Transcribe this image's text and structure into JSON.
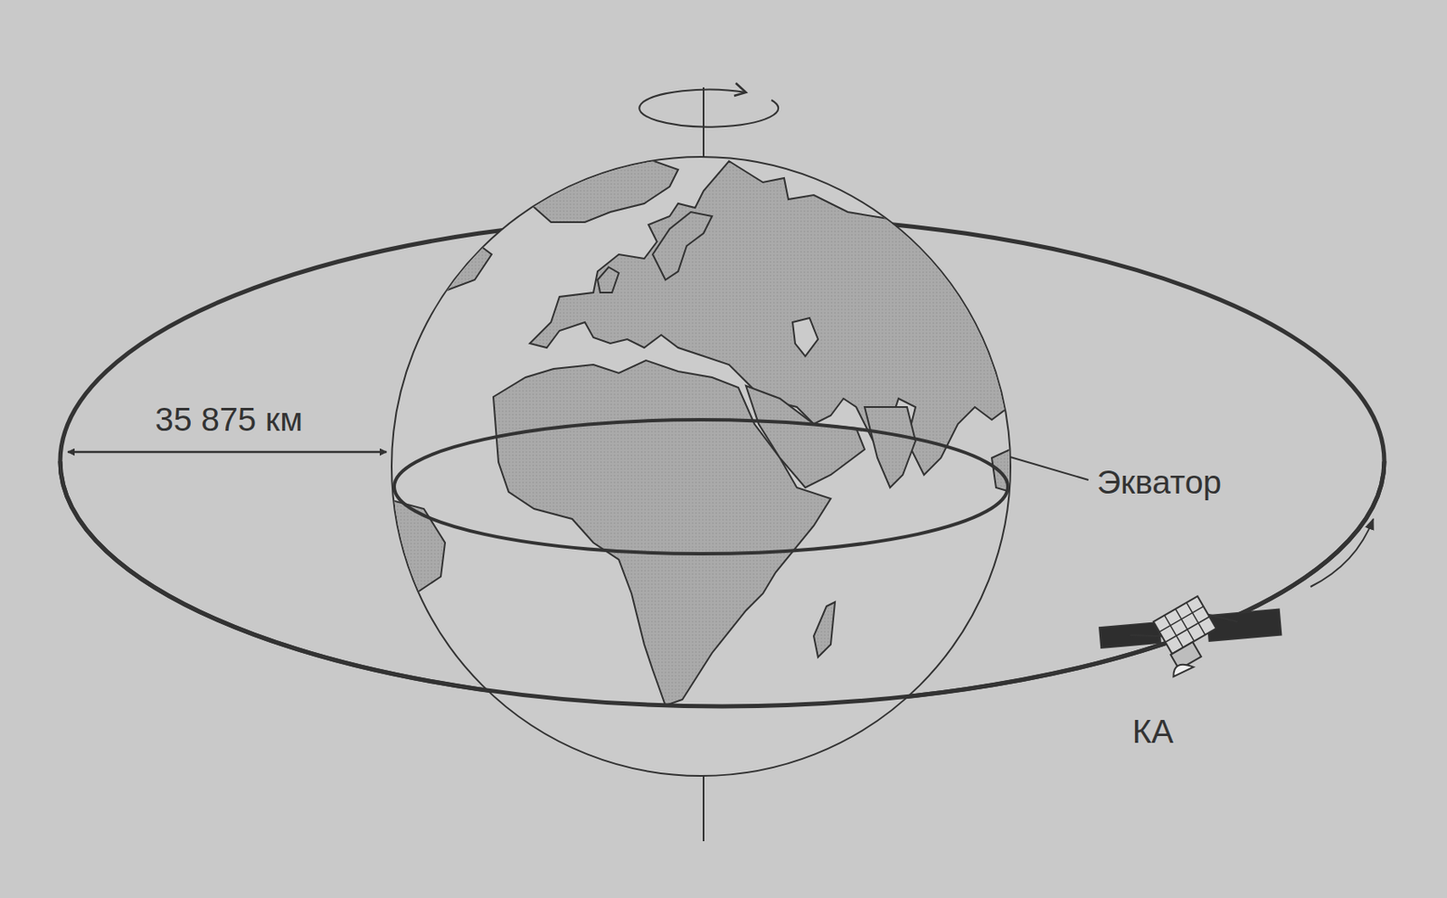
{
  "diagram": {
    "labels": [
      "35 875 км",
      "Экватор",
      "КА"
    ]
  }
}
